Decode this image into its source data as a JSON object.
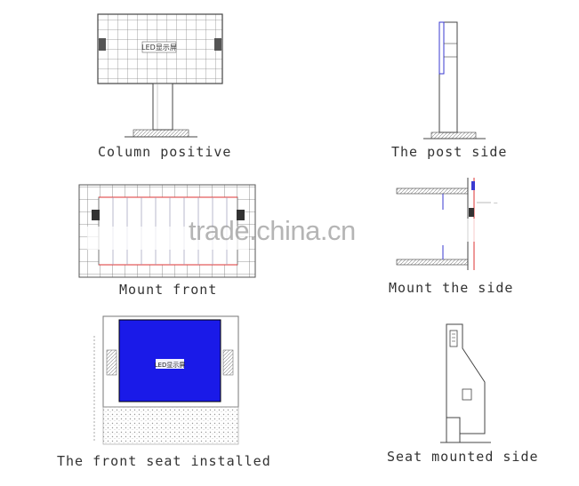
{
  "screen_label": "LED显示屏",
  "watermark": "trade.china.cn",
  "captions": {
    "column_positive": "Column positive",
    "post_side": "The post side",
    "mount_front": "Mount front",
    "mount_side": "Mount the side",
    "front_seat": "The front seat installed",
    "seat_side": "Seat mounted side"
  },
  "colors": {
    "line": "#333333",
    "screen_blue": "#1a1ae8",
    "red": "#d33333",
    "grid": "#9a9ab8"
  }
}
